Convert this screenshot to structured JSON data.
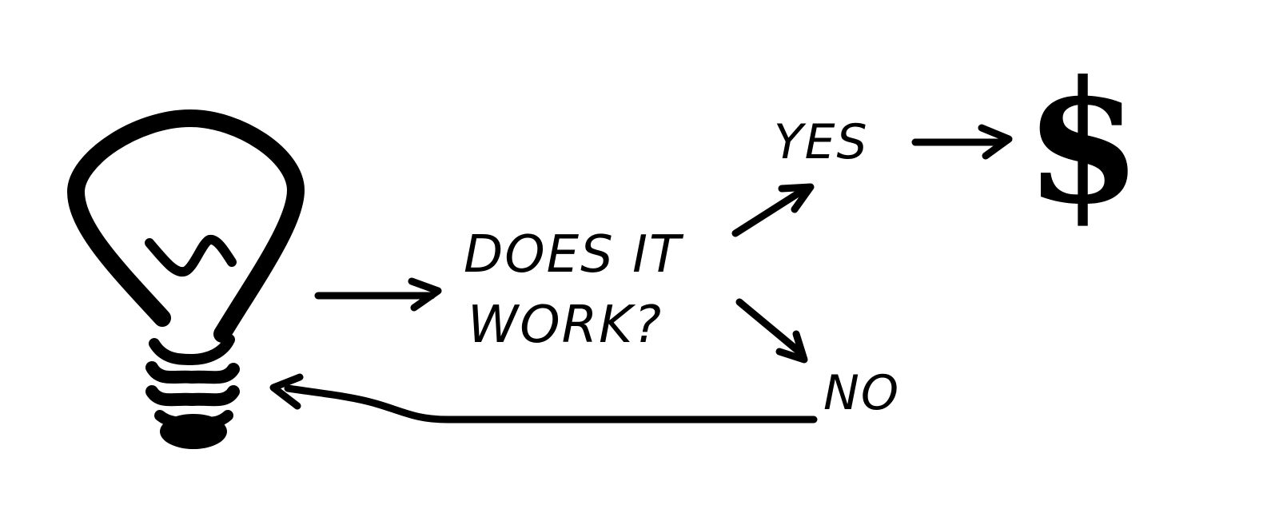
{
  "nodes": {
    "question_line1": "DOES IT",
    "question_line2": "WORK?",
    "yes": "YES",
    "no": "NO",
    "dollar": "$"
  },
  "icons": {
    "idea": "lightbulb-icon"
  },
  "colors": {
    "ink": "#000000",
    "background": "#ffffff"
  }
}
